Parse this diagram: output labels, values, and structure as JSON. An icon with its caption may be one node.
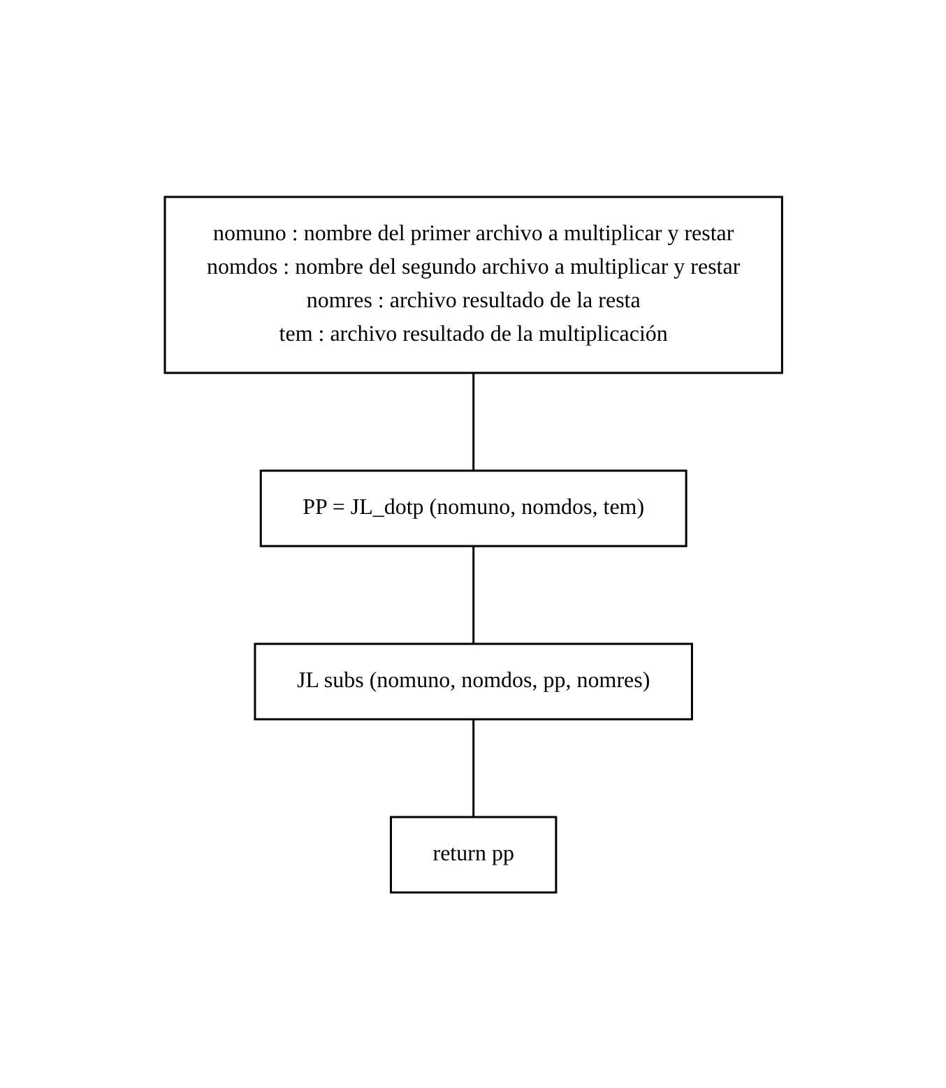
{
  "diagram": {
    "nodes": [
      {
        "text": [
          "nomuno : nombre del primer archivo a multiplicar y restar",
          "nomdos : nombre del segundo archivo a multiplicar y restar",
          "nomres : archivo resultado de la resta",
          "tem : archivo resultado de la multiplicación"
        ]
      },
      {
        "text": [
          "PP = JL_dotp (nomuno, nomdos, tem)"
        ]
      },
      {
        "text": [
          "JL subs (nomuno, nomdos, pp, nomres)"
        ]
      },
      {
        "text": [
          "return pp"
        ]
      }
    ],
    "edges": [
      {
        "from": 0,
        "to": 1,
        "arrow": "none"
      },
      {
        "from": 1,
        "to": 2,
        "arrow": "none"
      },
      {
        "from": 2,
        "to": 3,
        "arrow": "none"
      }
    ]
  }
}
